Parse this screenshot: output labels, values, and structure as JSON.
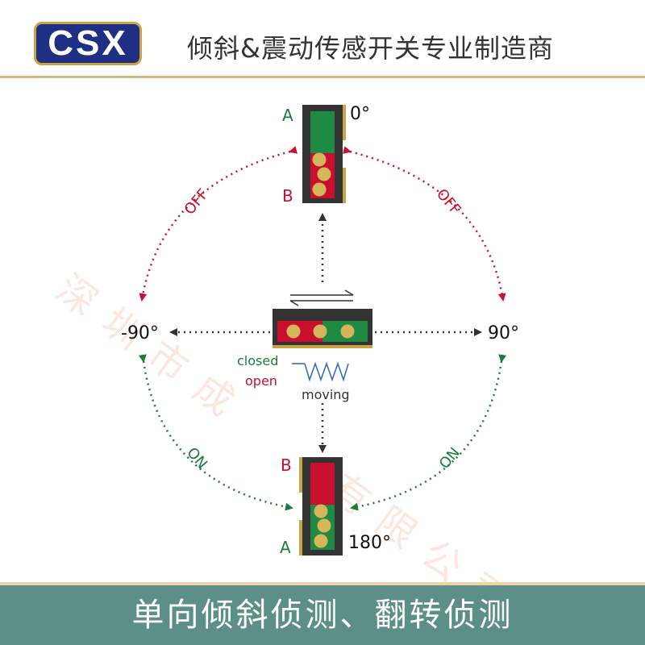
{
  "header": {
    "logo_text": "CSX",
    "tagline": "倾斜&震动传感开关专业制造商"
  },
  "watermark": "深圳市成　　有限公司",
  "diagram": {
    "angle_top": "0°",
    "angle_bottom": "180°",
    "angle_left": "-90°",
    "angle_right": "90°",
    "terminal_a": "A",
    "terminal_b": "B",
    "state_off": "OFF",
    "state_on": "ON",
    "closed_label": "closed",
    "open_label": "open",
    "moving_label": "moving"
  },
  "colors": {
    "brand_navy": "#1f2f83",
    "gold": "#c9a447",
    "green": "#1e7a3a",
    "red": "#c8102e",
    "dark": "#333333",
    "blue": "#3a6fb5",
    "footer_bg": "#5c8f88"
  },
  "footer": {
    "title": "单向倾斜侦测、翻转侦测"
  }
}
